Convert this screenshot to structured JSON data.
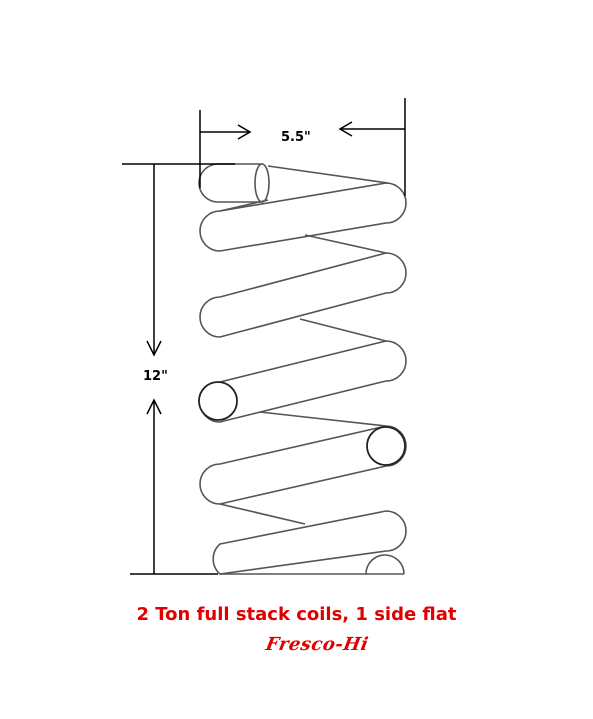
{
  "dimensions": {
    "width_label": "5.5\"",
    "height_label": "12\""
  },
  "caption": "2 Ton full stack coils, 1 side flat",
  "signature": "Fresco-Hi",
  "colors": {
    "caption": "#e00000",
    "lines": "#555555",
    "dimension_lines": "#000000"
  }
}
